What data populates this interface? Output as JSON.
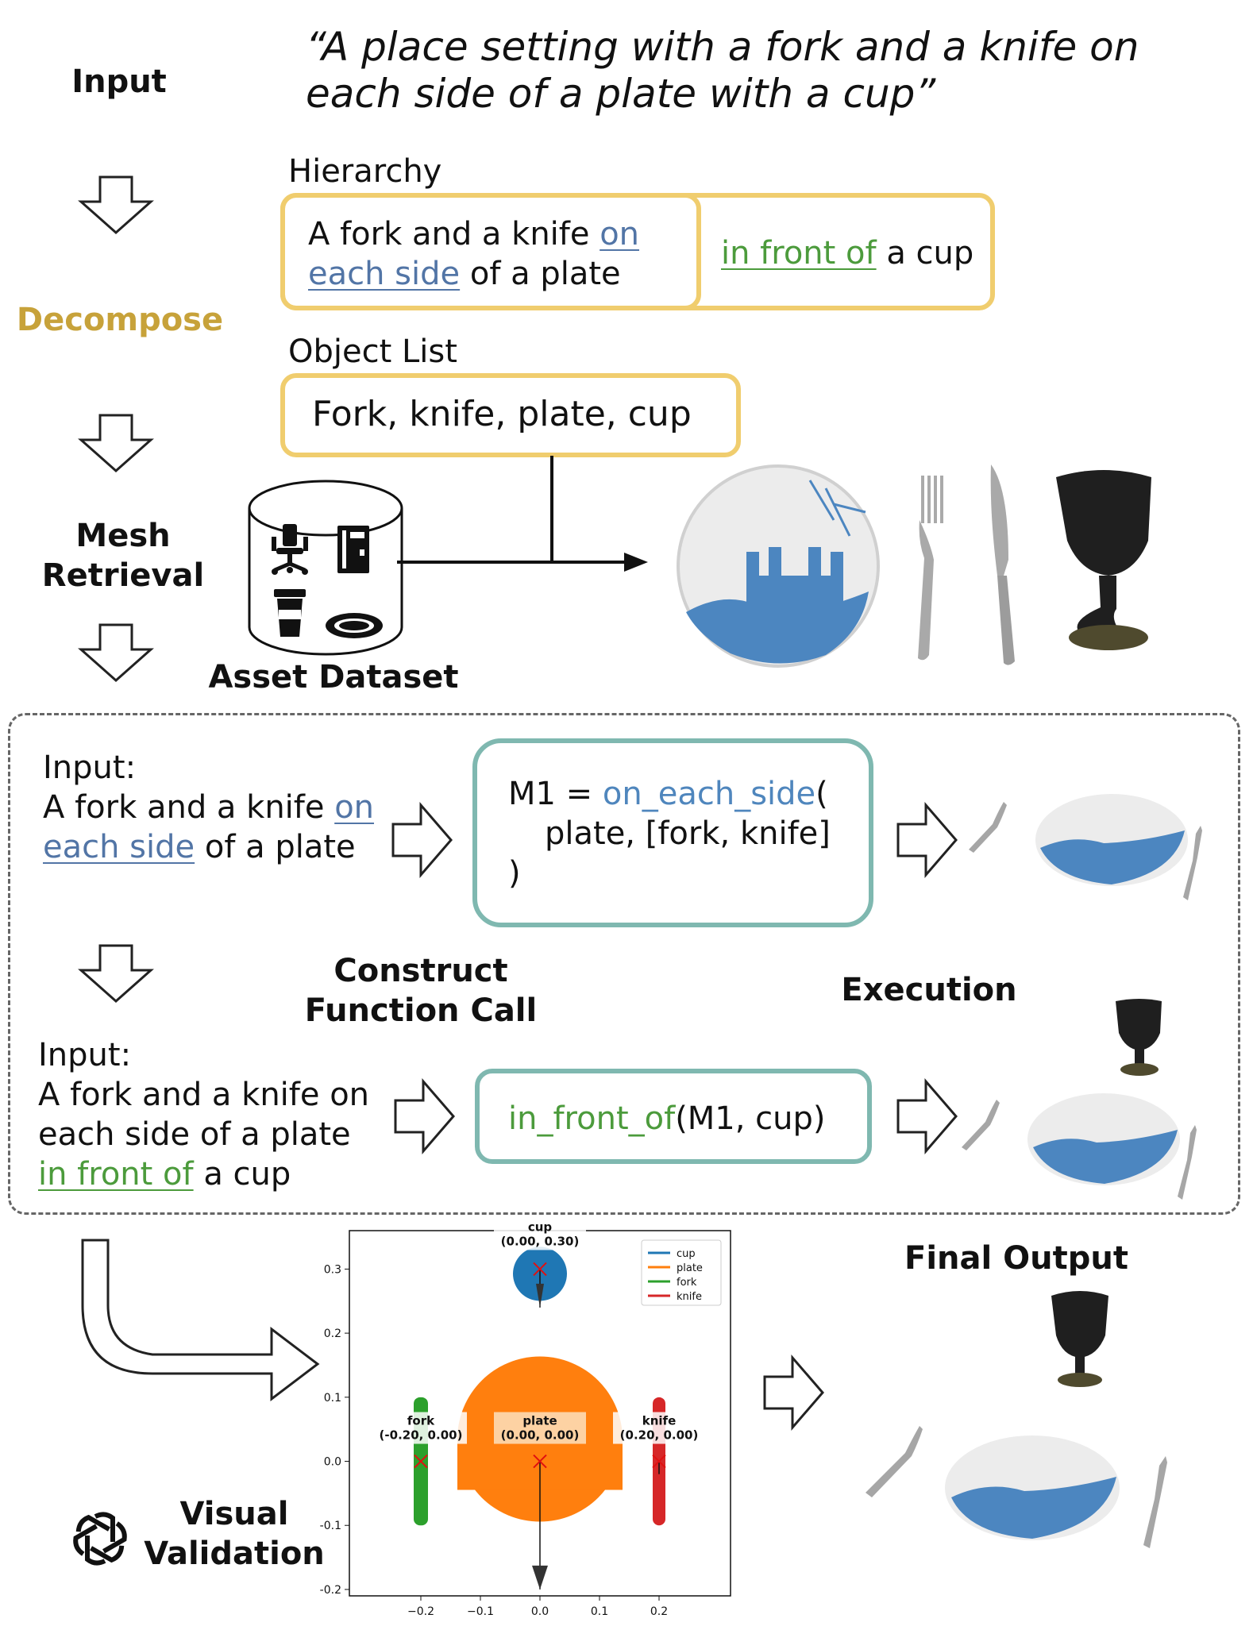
{
  "pipeline": {
    "input_label": "Input",
    "prompt": "“A place setting with a fork and a knife on each side of a plate with a cup”",
    "decompose_label": "Decompose",
    "hierarchy": {
      "title": "Hierarchy",
      "left_pre": "A fork and a knife ",
      "left_rel": "on each side",
      "left_post": " of a plate",
      "right_rel": "in front of",
      "right_post": " a cup"
    },
    "object_list": {
      "title": "Object List",
      "text": "Fork, knife, plate, cup"
    },
    "mesh_retrieval_label": "Mesh Retrieval",
    "asset_dataset_label": "Asset Dataset"
  },
  "construct": {
    "step1": {
      "input_label": "Input:",
      "pre": "A fork and a knife ",
      "rel": "on each side",
      "post": " of a plate",
      "code_var": "M1 = ",
      "code_func": "on_each_side",
      "code_open": "(",
      "code_args": "plate, [fork, knife]",
      "code_close": ")"
    },
    "construct_label": "Construct Function Call",
    "execution_label": "Execution",
    "step2": {
      "input_label": "Input:",
      "pre": "A fork and a knife on each side of a plate ",
      "rel": "in front of",
      "post": " a cup",
      "code_func": "in_front_of",
      "code_args": "(M1, cup)"
    }
  },
  "validation": {
    "label": "Visual Validation",
    "final_output_label": "Final Output"
  },
  "icons": {
    "asset_icons": [
      "office-chair-icon",
      "bookshelf-icon",
      "coffee-cup-icon",
      "plate-icon"
    ],
    "logo": "openai-logo-icon"
  },
  "colors": {
    "yellow": "#f0cd6e",
    "teal": "#7fb8b0",
    "relation_blue": "#5275a6",
    "relation_green": "#4c9b3c",
    "decompose": "#c7a23a"
  },
  "chart_data": {
    "type": "scatter",
    "x_ticks": [
      "−0.2",
      "−0.1",
      "0.0",
      "0.1",
      "0.2"
    ],
    "y_ticks": [
      "0.3",
      "0.2",
      "0.1",
      "0.0",
      "-0.1",
      "-0.2"
    ],
    "xlim": [
      -0.32,
      0.32
    ],
    "ylim": [
      -0.21,
      0.36
    ],
    "legend_position": "top-right",
    "series": [
      {
        "name": "cup",
        "color": "#1f77b4",
        "x": 0.0,
        "y": 0.3,
        "label": "cup\n(0.00, 0.30)"
      },
      {
        "name": "plate",
        "color": "#ff7f0e",
        "x": 0.0,
        "y": 0.0,
        "label": "plate\n(0.00, 0.00)"
      },
      {
        "name": "fork",
        "color": "#2ca02c",
        "x": -0.2,
        "y": 0.0,
        "label": "fork\n(-0.20, 0.00)"
      },
      {
        "name": "knife",
        "color": "#d62728",
        "x": 0.2,
        "y": 0.0,
        "label": "knife\n(0.20, 0.00)"
      }
    ]
  }
}
